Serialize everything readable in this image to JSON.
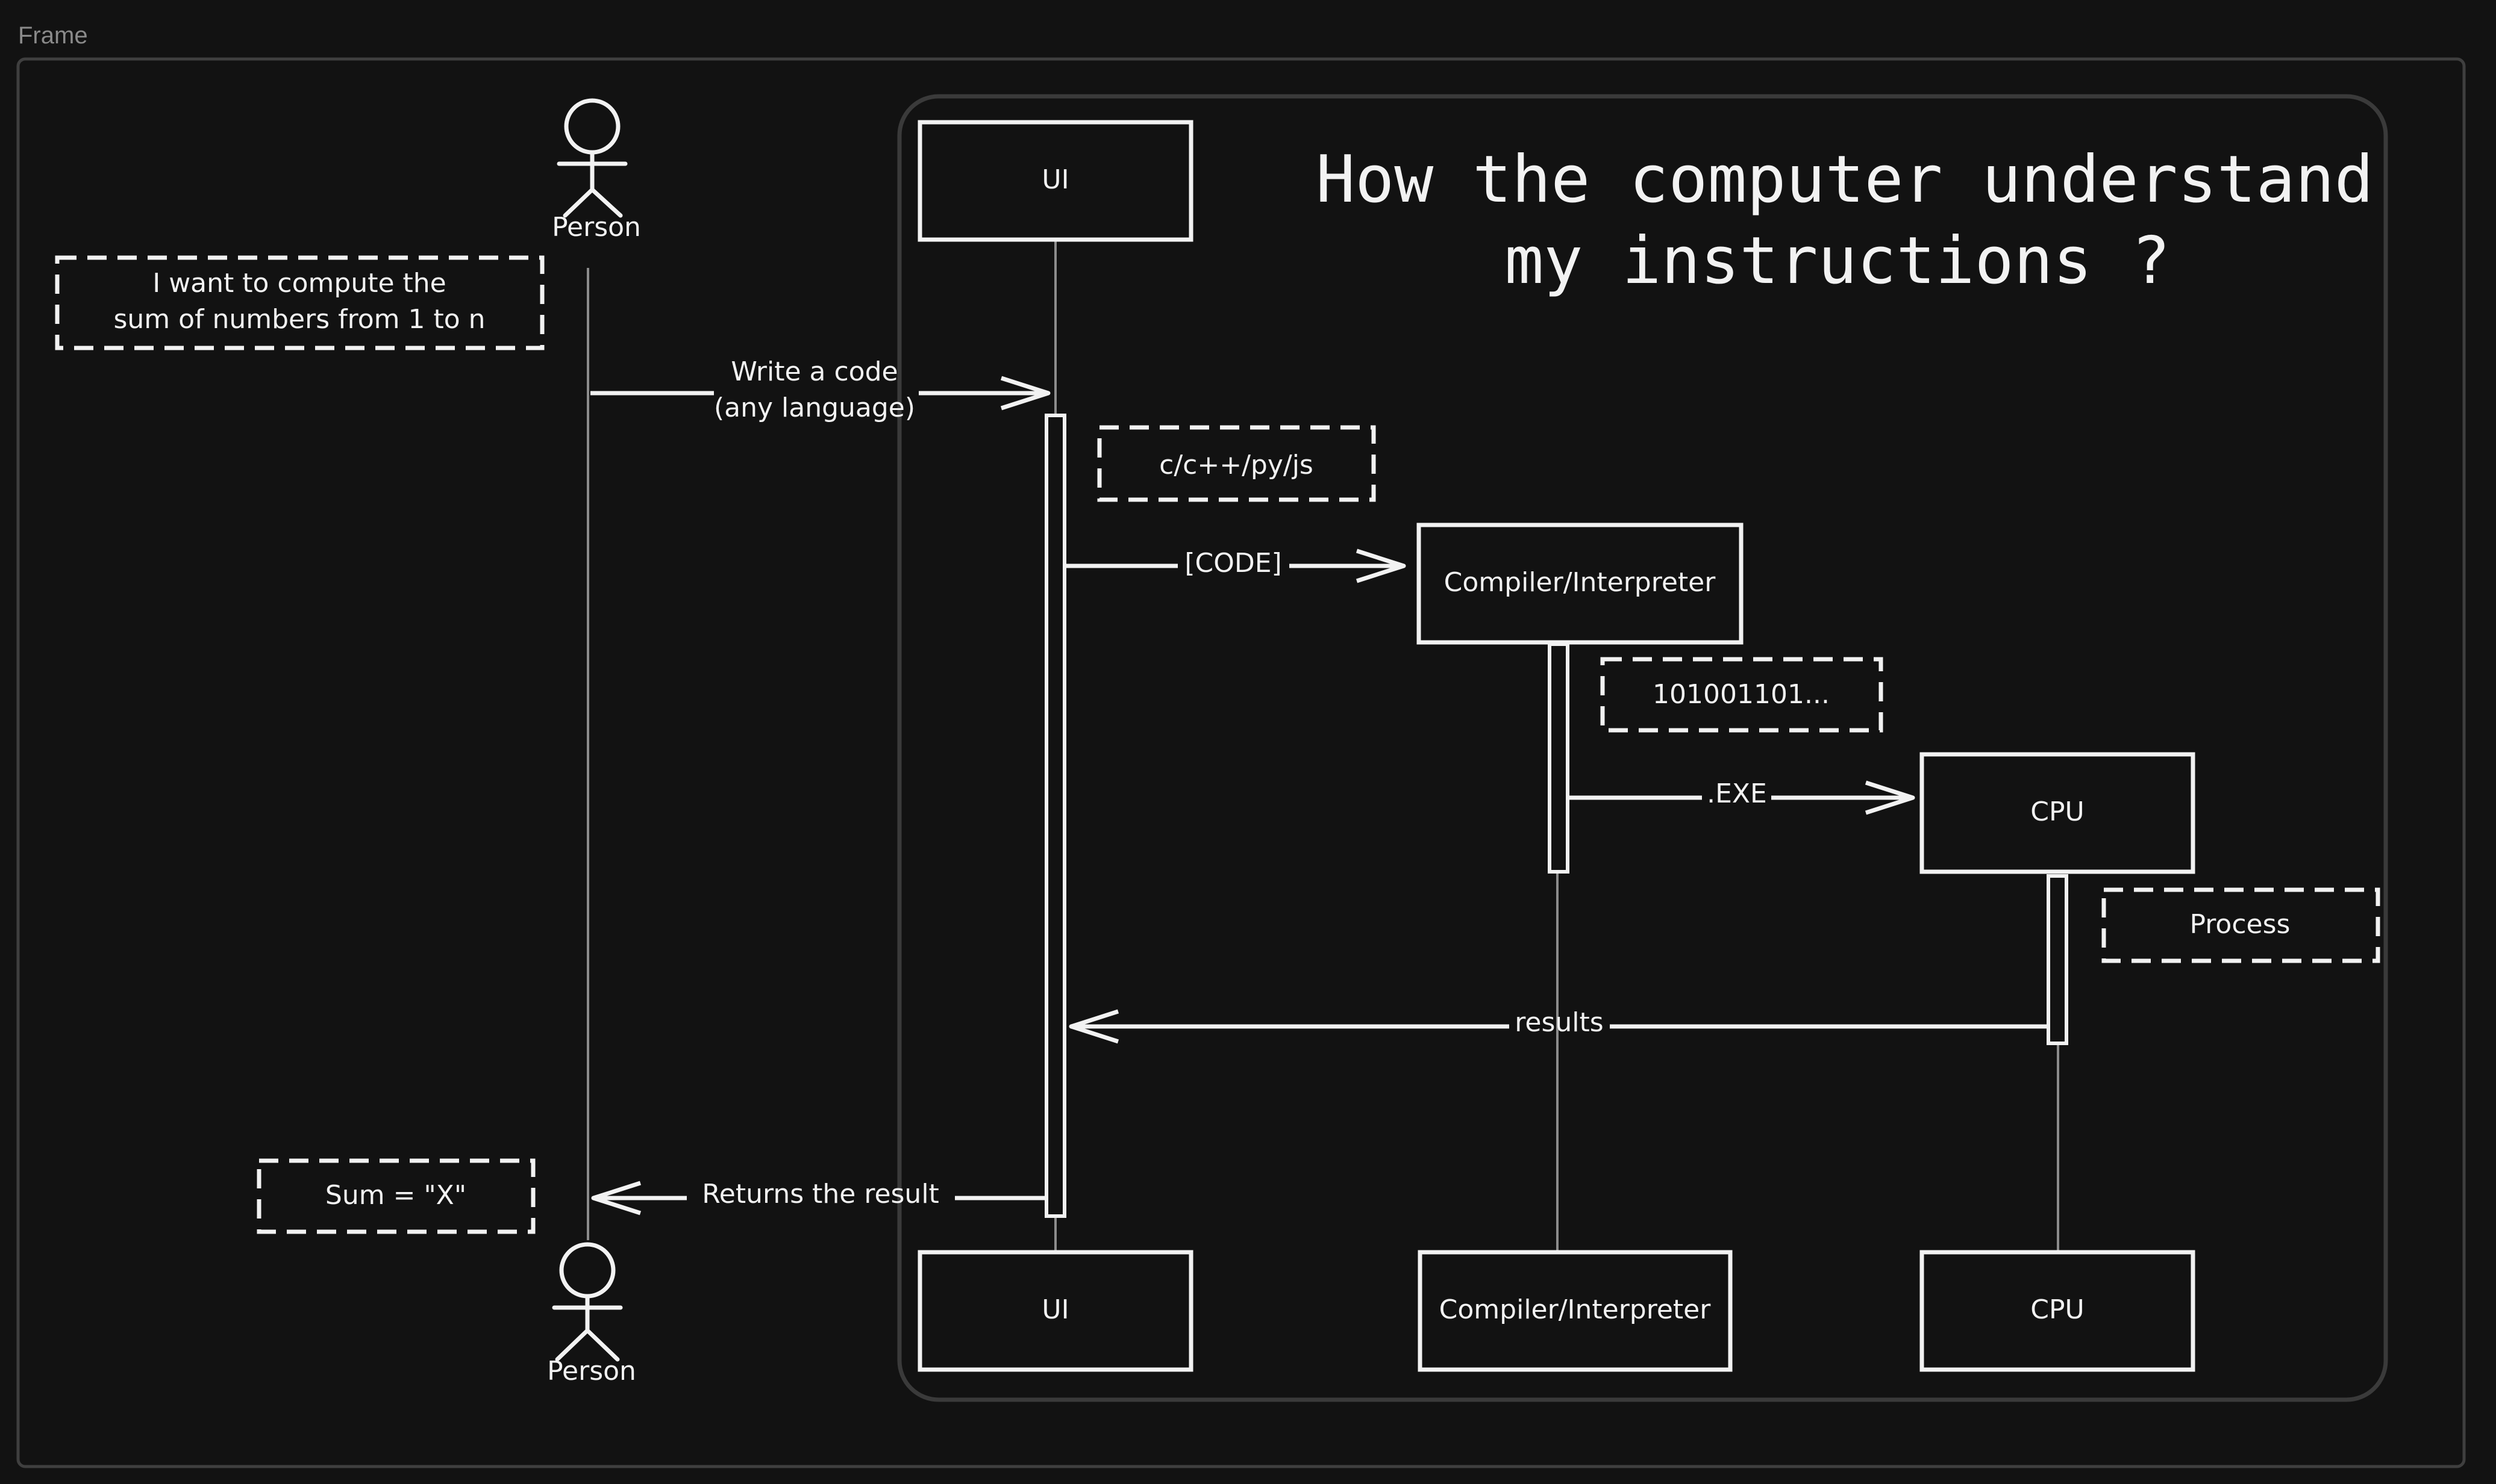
{
  "frame": {
    "label": "Frame"
  },
  "title": {
    "line1": "How the computer understand",
    "line2": "my instructions ?"
  },
  "participants": {
    "person_top": "Person",
    "person_bottom": "Person",
    "ui_top": "UI",
    "ui_bottom": "UI",
    "compiler_top": "Compiler/Interpreter",
    "compiler_bottom": "Compiler/Interpreter",
    "cpu_top": "CPU",
    "cpu_bottom": "CPU"
  },
  "notes": {
    "intent_line1": "I want to compute the",
    "intent_line2": "sum of numbers from 1 to n",
    "languages": "c/c++/py/js",
    "binary": "101001101...",
    "process": "Process",
    "sum": "Sum = \"X\""
  },
  "messages": {
    "write_code_line1": "Write a code",
    "write_code_line2": "(any language)",
    "code": "[CODE]",
    "exe": ".EXE",
    "results": "results",
    "returns": "Returns the result"
  },
  "colors": {
    "background": "#121212",
    "stroke": "#f2f2f2",
    "lifeline": "#8c8c8c",
    "frame_border": "#3a3a3a"
  }
}
